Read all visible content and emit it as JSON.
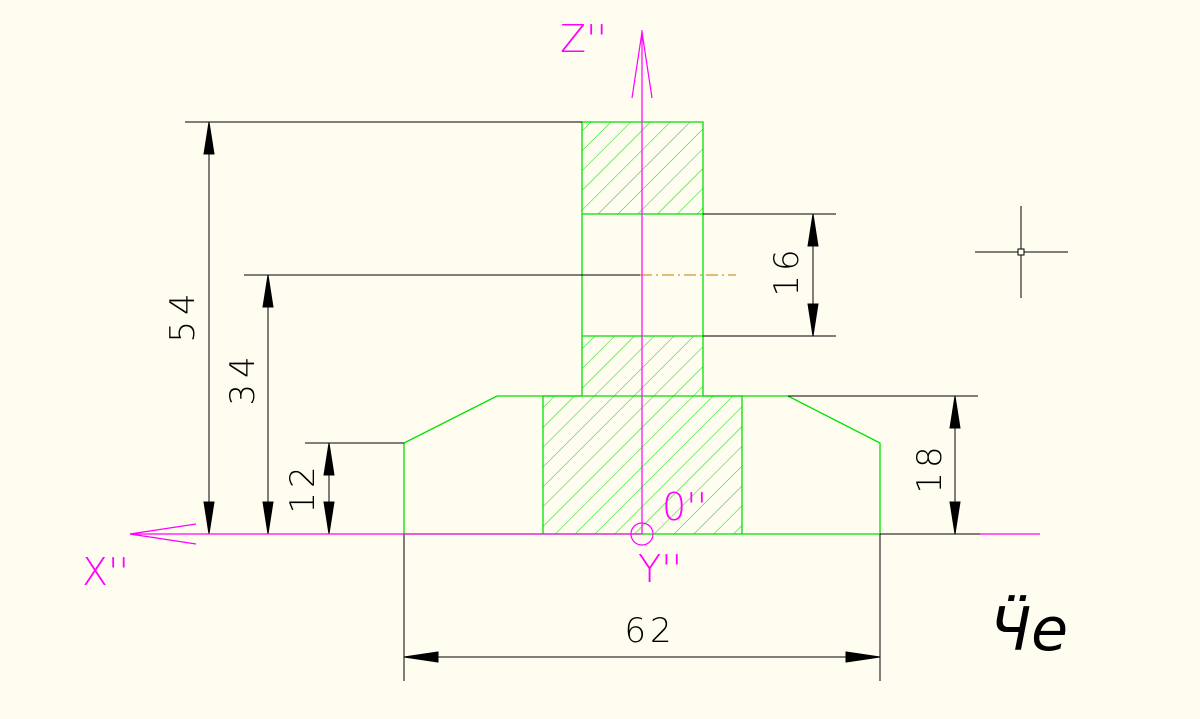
{
  "axes": {
    "x_label": "X''",
    "y_label": "Y''",
    "z_label": "Z''",
    "origin_label": "0''"
  },
  "dimensions": {
    "height_total": "54",
    "height_hole_axis": "34",
    "height_outer_step": "12",
    "hole_diameter": "16",
    "collar_height": "18",
    "base_width": "62"
  },
  "annotation": "Ӵe",
  "colors": {
    "background": "#fffcf0",
    "geometry": "#00e000",
    "axis": "#ff00ff",
    "dimension": "#000000",
    "centerline": "#c87800"
  }
}
